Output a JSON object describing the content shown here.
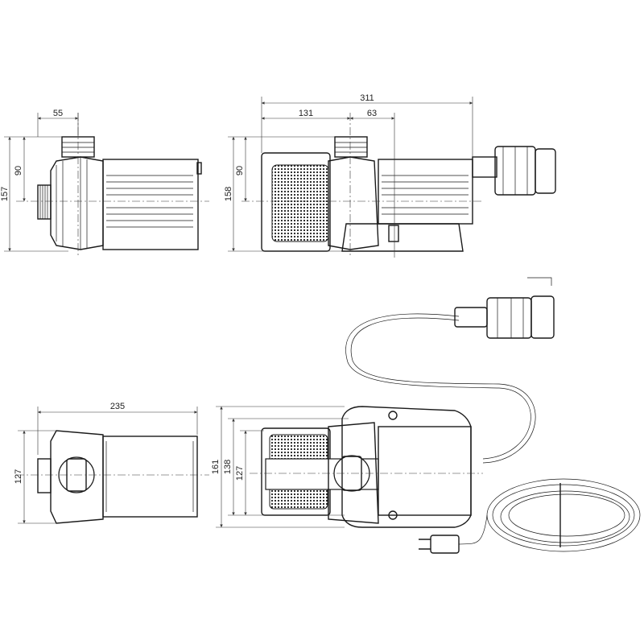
{
  "title": "Pump dimension drawing",
  "views": {
    "side_view": {
      "width_inlet": "55",
      "inlet_height": "90",
      "total_height": "157"
    },
    "side_view_with_filter": {
      "total_length": "311",
      "filter_length": "131",
      "inlet_offset": "63",
      "inlet_height": "90",
      "total_height": "158"
    },
    "top_view": {
      "length": "235",
      "width": "127"
    },
    "top_view_with_filter": {
      "total_width": "161",
      "base_width": "138",
      "body_width": "127"
    }
  },
  "colors": {
    "line": "#1a1a1a",
    "background": "#ffffff"
  }
}
